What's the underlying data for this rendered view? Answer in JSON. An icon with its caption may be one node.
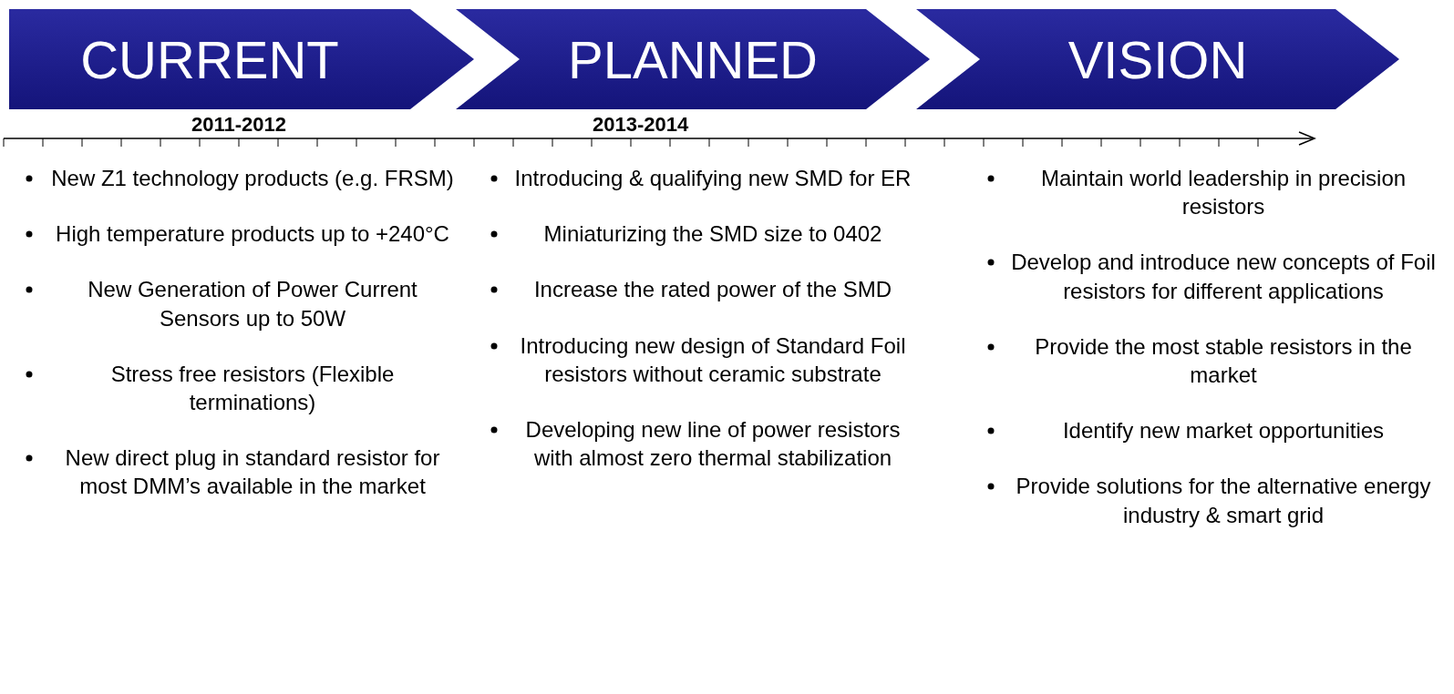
{
  "diagram": {
    "nodes": [
      {
        "text": [
          "CURRENT"
        ]
      },
      {
        "text": [
          "PLANNED"
        ]
      },
      {
        "text": [
          "VISION"
        ]
      }
    ],
    "labels": [
      "2011-2012",
      "2013-2014",
      "New Z1 technology products (e.g. FRSM)",
      "High temperature products up to +240°C",
      "New Generation of Power Current Sensors up to 50W",
      "Stress free resistors (Flexible terminations)",
      "New direct plug in standard resistor for most DMM’s available in the market",
      "Introducing & qualifying new SMD for ER",
      "Miniaturizing the SMD size to 0402",
      "Increase the rated power of the SMD",
      "Introducing new design of Standard Foil resistors without ceramic substrate",
      "Developing new line of power resistors with almost zero thermal stabilization",
      "Maintain world leadership in precision resistors",
      "Develop and introduce new concepts of Foil resistors for different applications",
      "Provide the most stable resistors in the market",
      "Identify new market opportunities",
      "Provide solutions for the alternative energy industry & smart grid"
    ]
  }
}
